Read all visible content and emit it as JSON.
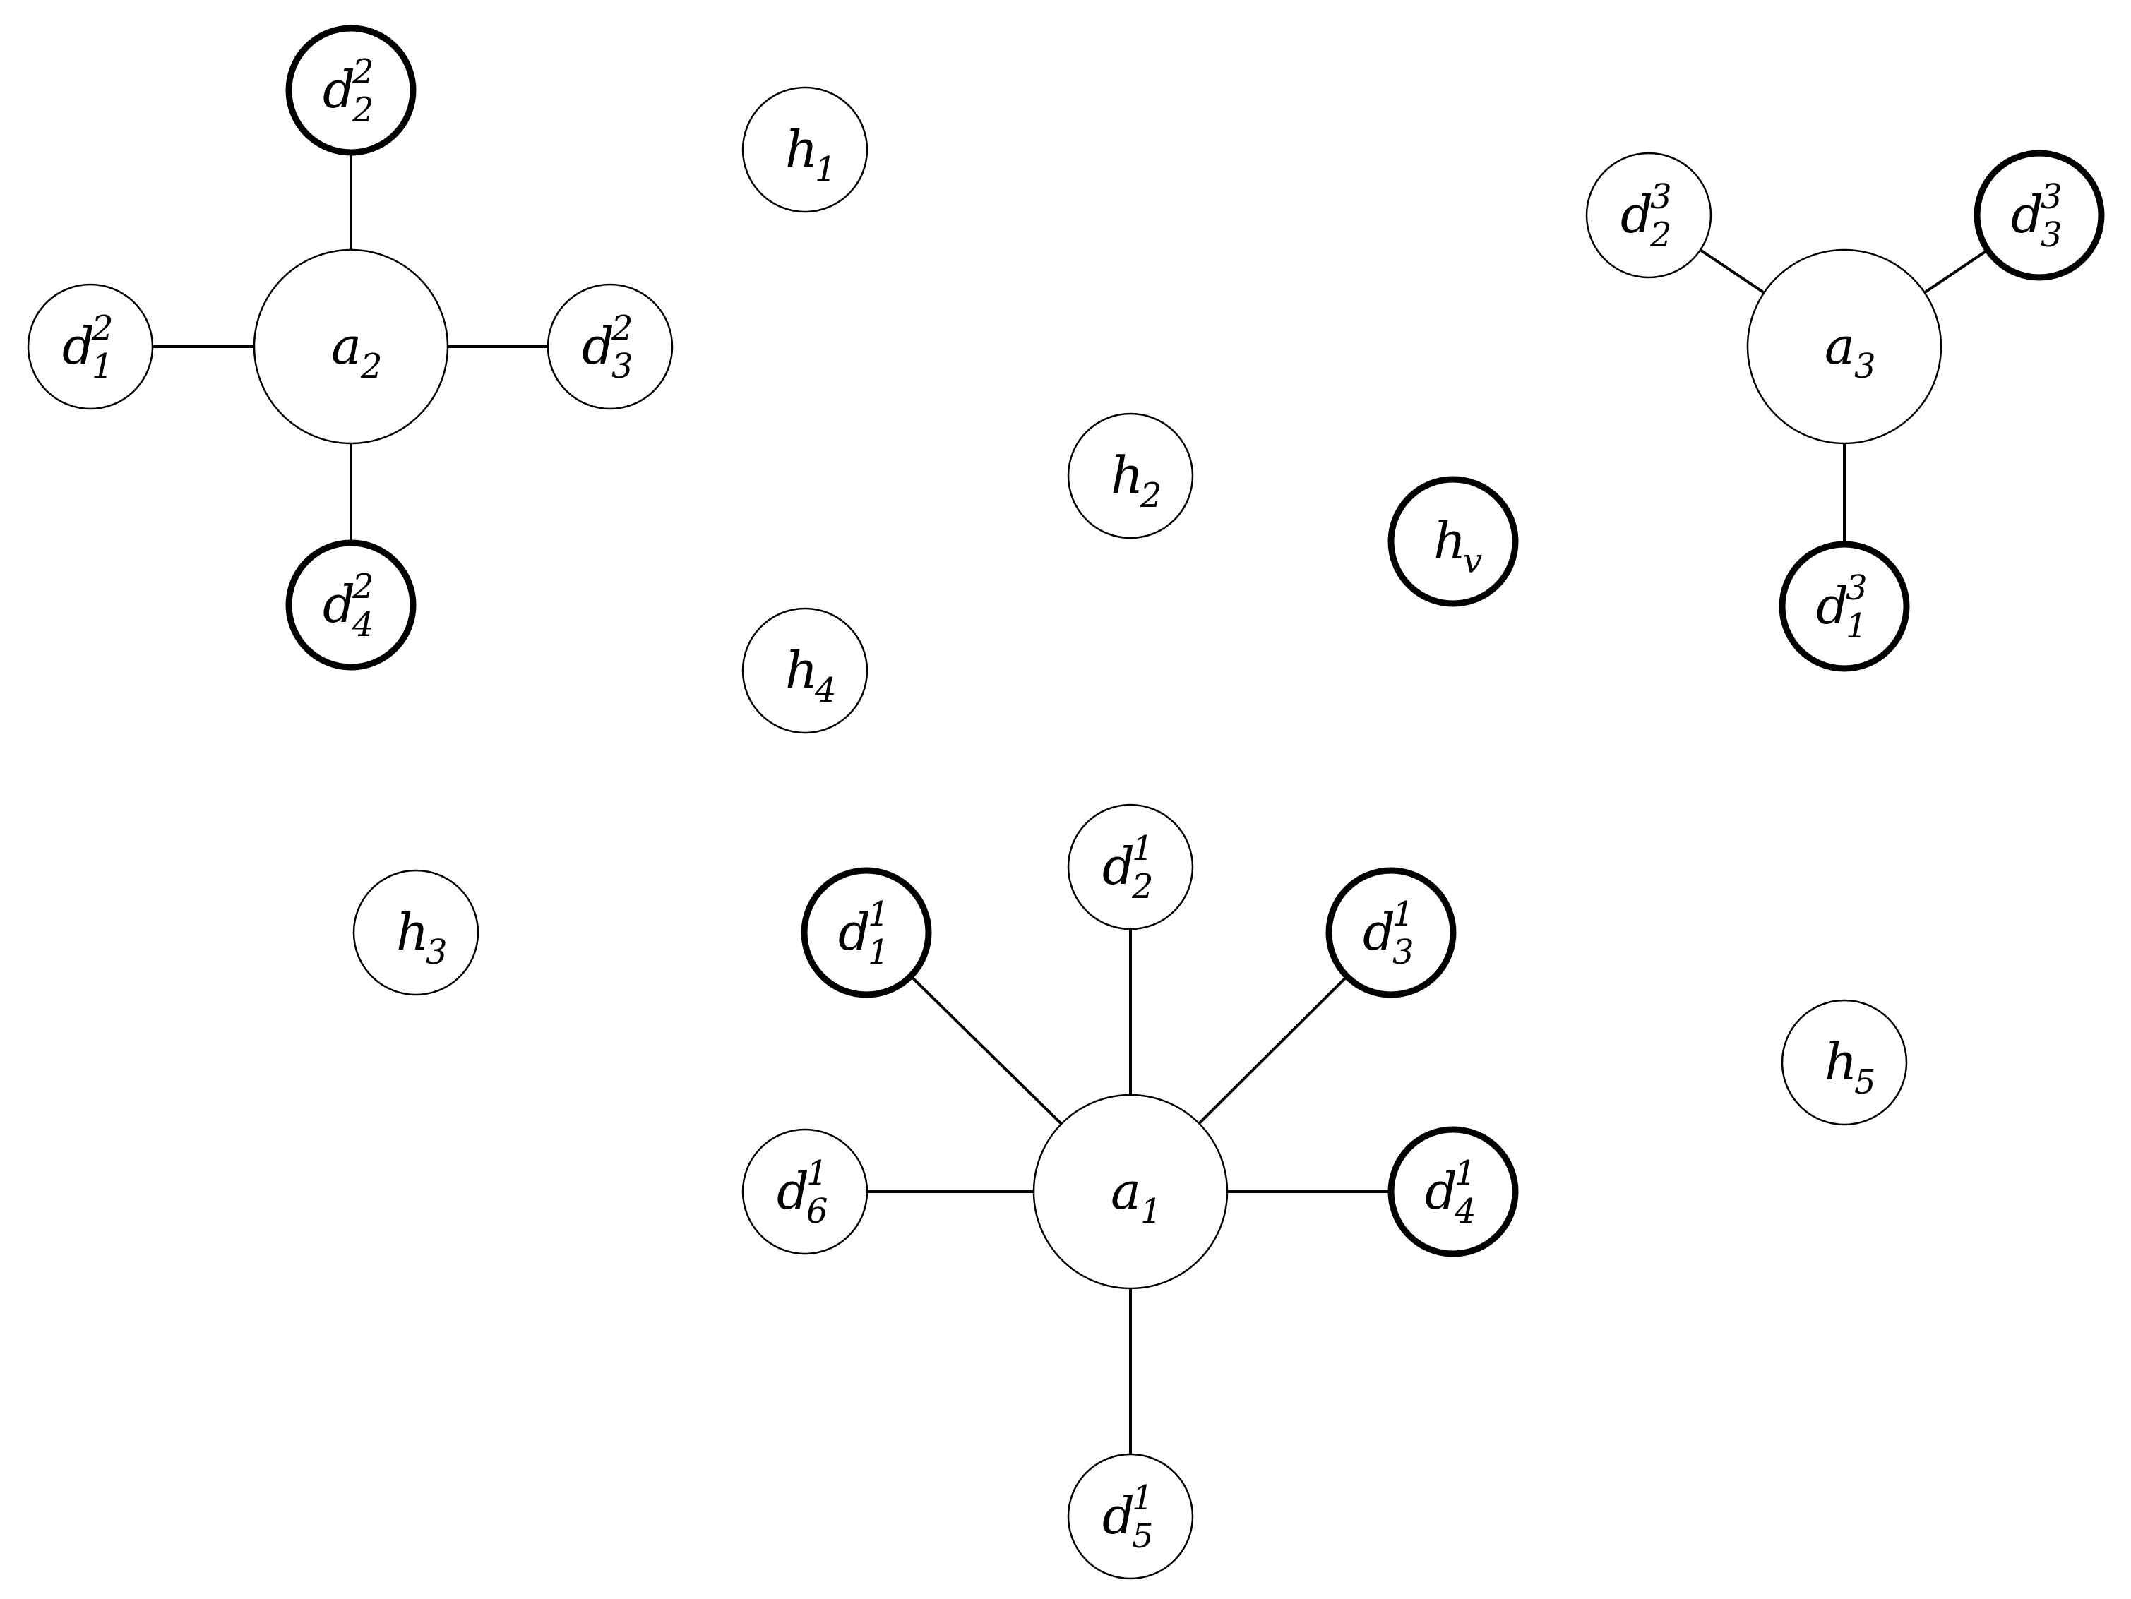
{
  "nodes": {
    "a1": {
      "base": "a",
      "sub": "1",
      "sup": "",
      "highlighted": false
    },
    "a2": {
      "base": "a",
      "sub": "2",
      "sup": "",
      "highlighted": false
    },
    "a3": {
      "base": "a",
      "sub": "3",
      "sup": "",
      "highlighted": false
    },
    "d2_2": {
      "base": "d",
      "sub": "2",
      "sup": "2",
      "highlighted": true
    },
    "d2_1": {
      "base": "d",
      "sub": "1",
      "sup": "2",
      "highlighted": false
    },
    "d2_3": {
      "base": "d",
      "sub": "3",
      "sup": "2",
      "highlighted": false
    },
    "d2_4": {
      "base": "d",
      "sub": "4",
      "sup": "2",
      "highlighted": true
    },
    "h1": {
      "base": "h",
      "sub": "1",
      "sup": "",
      "highlighted": false
    },
    "h2": {
      "base": "h",
      "sub": "2",
      "sup": "",
      "highlighted": false
    },
    "h3": {
      "base": "h",
      "sub": "3",
      "sup": "",
      "highlighted": false
    },
    "h4": {
      "base": "h",
      "sub": "4",
      "sup": "",
      "highlighted": false
    },
    "h5": {
      "base": "h",
      "sub": "5",
      "sup": "",
      "highlighted": false
    },
    "hv": {
      "base": "h",
      "sub": "v",
      "sup": "",
      "highlighted": true
    },
    "d3_2": {
      "base": "d",
      "sub": "2",
      "sup": "3",
      "highlighted": false
    },
    "d3_3": {
      "base": "d",
      "sub": "3",
      "sup": "3",
      "highlighted": true
    },
    "d3_1": {
      "base": "d",
      "sub": "1",
      "sup": "3",
      "highlighted": true
    },
    "d1_1": {
      "base": "d",
      "sub": "1",
      "sup": "1",
      "highlighted": true
    },
    "d1_2": {
      "base": "d",
      "sub": "2",
      "sup": "1",
      "highlighted": false
    },
    "d1_3": {
      "base": "d",
      "sub": "3",
      "sup": "1",
      "highlighted": true
    },
    "d1_4": {
      "base": "d",
      "sub": "4",
      "sup": "1",
      "highlighted": true
    },
    "d1_5": {
      "base": "d",
      "sub": "5",
      "sup": "1",
      "highlighted": false
    },
    "d1_6": {
      "base": "d",
      "sub": "6",
      "sup": "1",
      "highlighted": false
    }
  },
  "edges": [
    [
      "a2",
      "d2_2"
    ],
    [
      "a2",
      "d2_1"
    ],
    [
      "a2",
      "d2_3"
    ],
    [
      "a2",
      "d2_4"
    ],
    [
      "a3",
      "d3_2"
    ],
    [
      "a3",
      "d3_3"
    ],
    [
      "a3",
      "d3_1"
    ],
    [
      "a1",
      "d1_1"
    ],
    [
      "a1",
      "d1_2"
    ],
    [
      "a1",
      "d1_3"
    ],
    [
      "a1",
      "d1_4"
    ],
    [
      "a1",
      "d1_5"
    ],
    [
      "a1",
      "d1_6"
    ]
  ]
}
